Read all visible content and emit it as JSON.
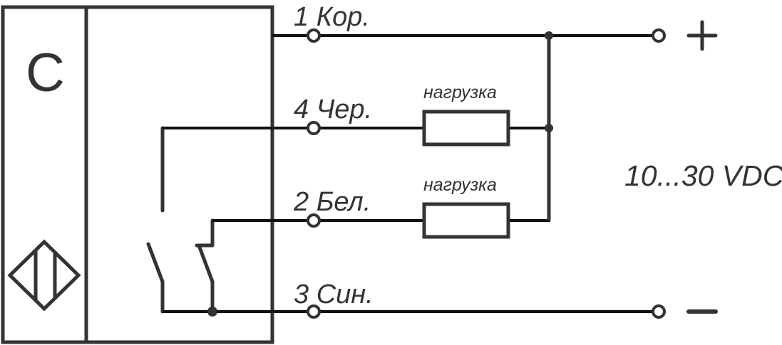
{
  "diagram": {
    "type": "wiring-diagram",
    "colors": {
      "stroke": "#333333",
      "wire": "#111111",
      "background": "#ffffff"
    },
    "sensor": {
      "type_letter": "C",
      "symbol": "capacitive-sensor-diamond"
    },
    "wires": [
      {
        "pin": "1",
        "label": "1 Кор.",
        "role": "supply-positive"
      },
      {
        "pin": "4",
        "label": "4 Чер.",
        "role": "output-NO"
      },
      {
        "pin": "2",
        "label": "2 Бел.",
        "role": "output-NC"
      },
      {
        "pin": "3",
        "label": "3 Син.",
        "role": "supply-negative"
      }
    ],
    "loads": [
      {
        "label": "нагрузка",
        "wire": "4"
      },
      {
        "label": "нагрузка",
        "wire": "2"
      }
    ],
    "terminals": {
      "positive": "+",
      "negative": "−"
    },
    "supply_voltage": "10...30 VDC"
  }
}
